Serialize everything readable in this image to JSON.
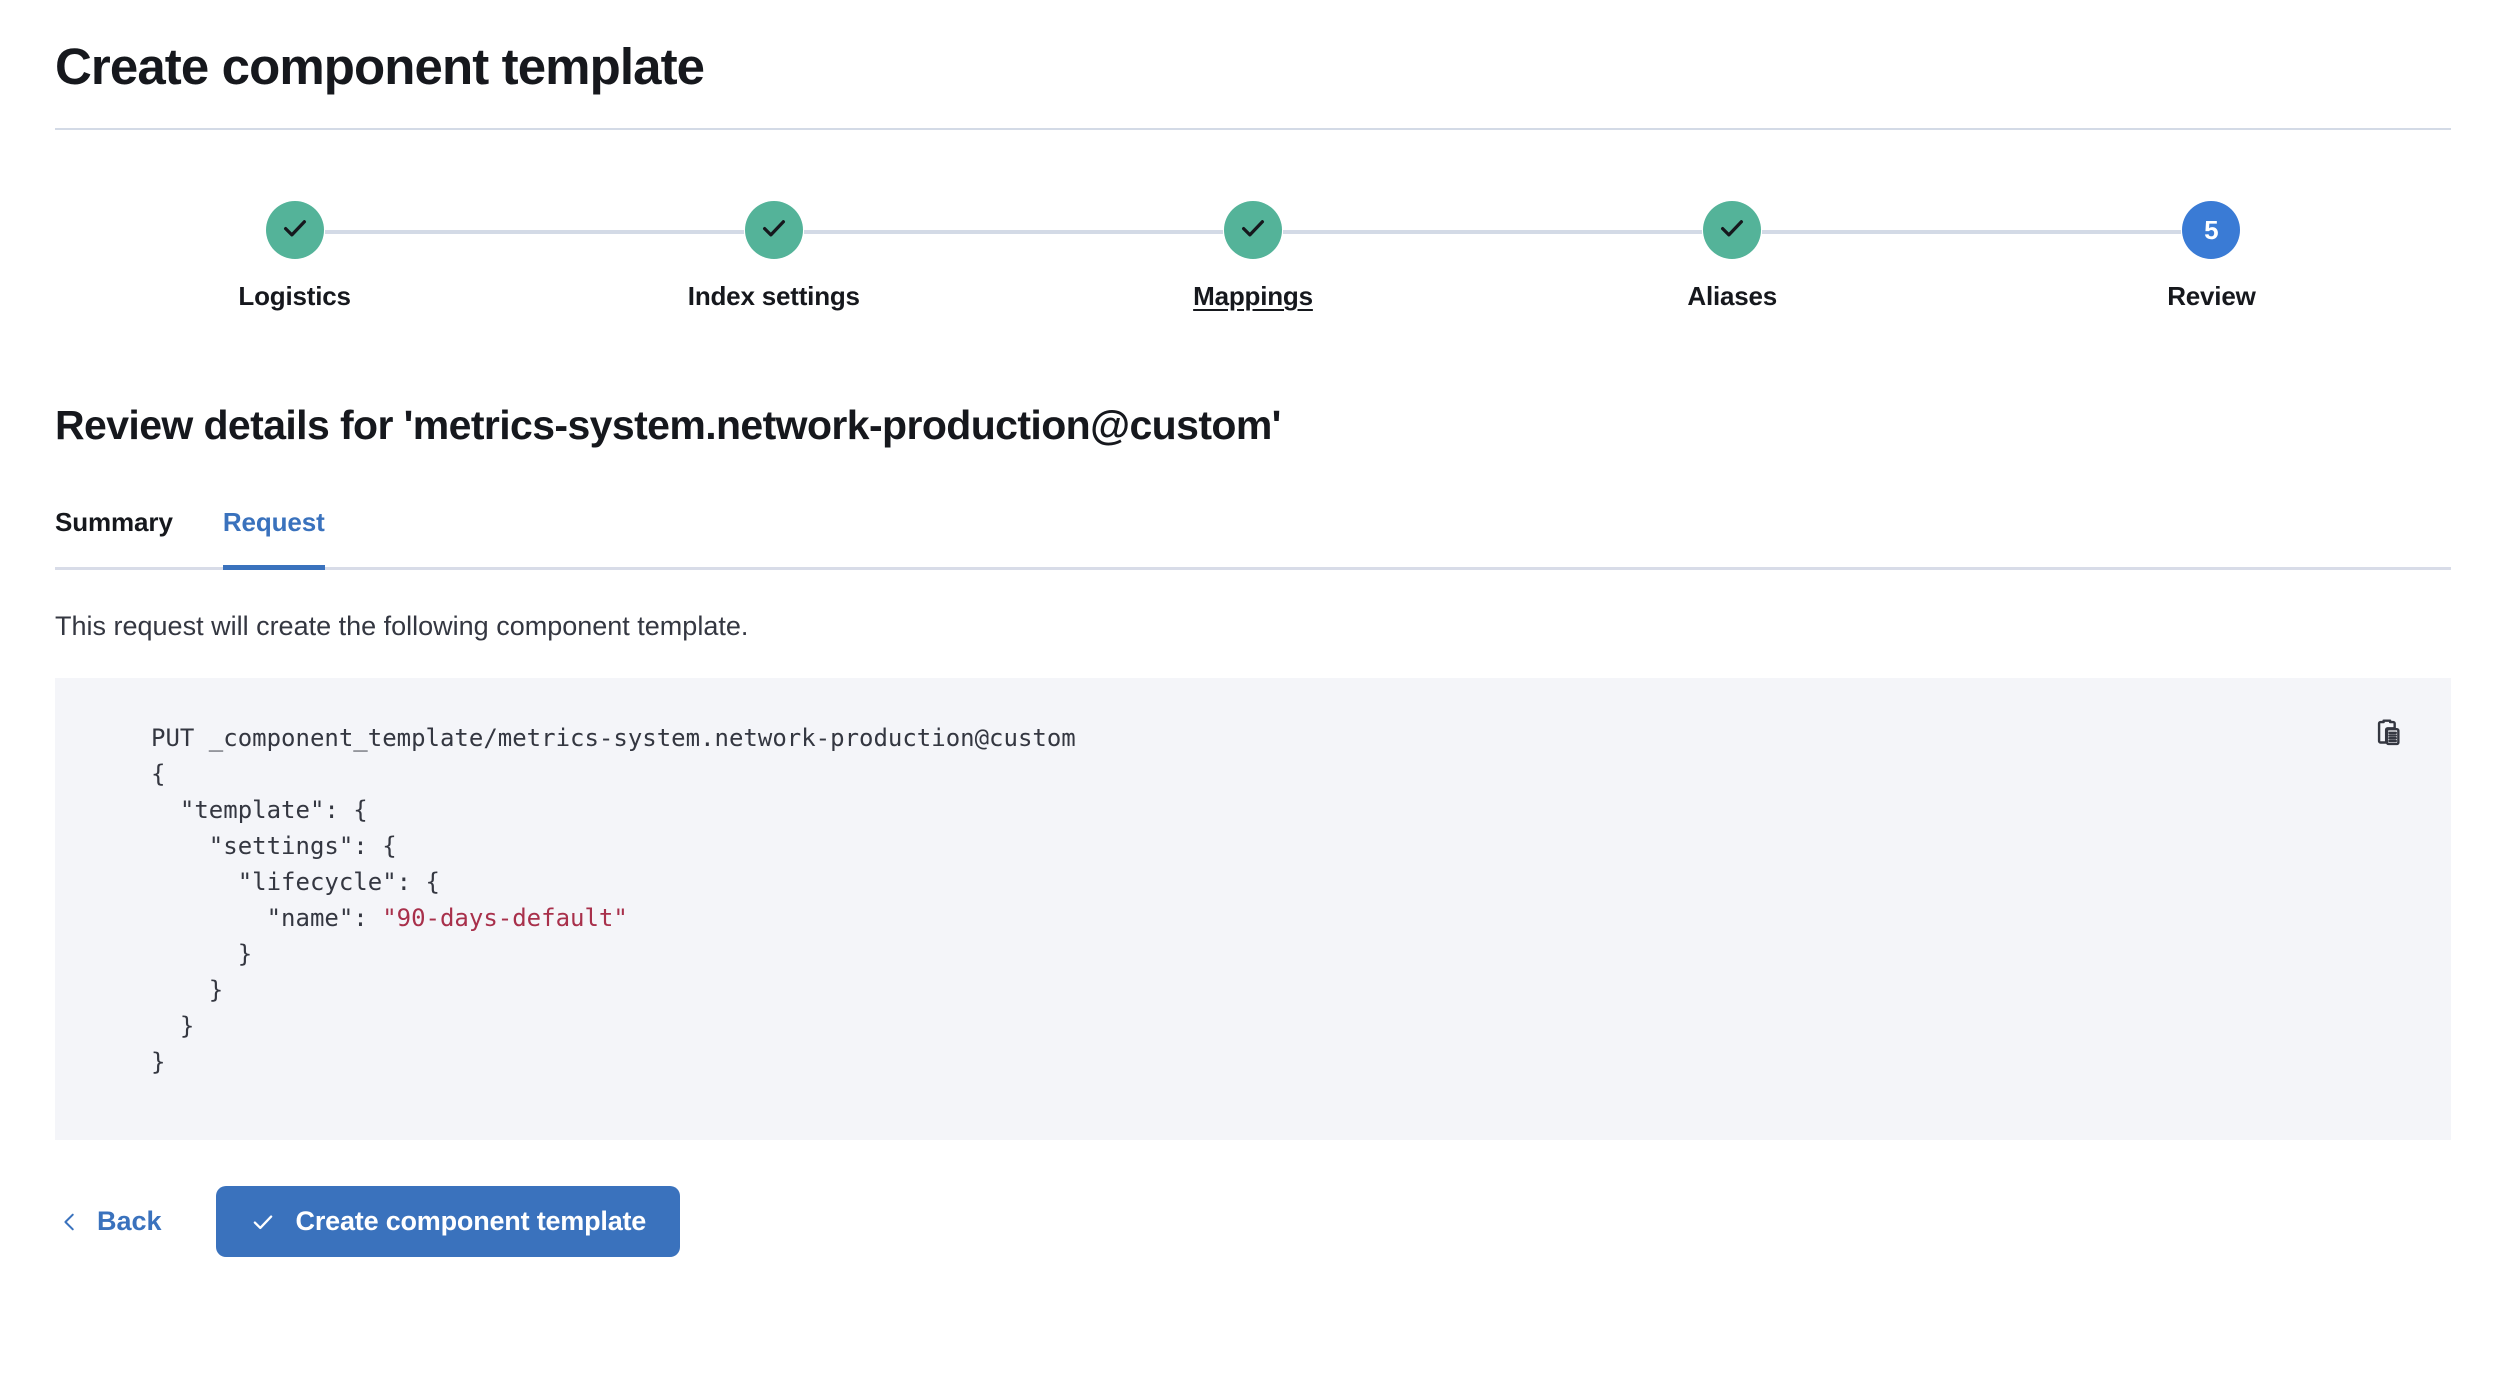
{
  "header": {
    "title": "Create component template"
  },
  "stepper": {
    "steps": [
      {
        "label": "Logistics",
        "state": "complete",
        "icon": "check-icon",
        "number": "1"
      },
      {
        "label": "Index settings",
        "state": "complete",
        "icon": "check-icon",
        "number": "2"
      },
      {
        "label": "Mappings",
        "state": "complete",
        "icon": "check-icon",
        "number": "3",
        "underlined": true
      },
      {
        "label": "Aliases",
        "state": "complete",
        "icon": "check-icon",
        "number": "4"
      },
      {
        "label": "Review",
        "state": "current",
        "icon": "number",
        "number": "5"
      }
    ],
    "colors": {
      "complete": "#54b399",
      "current": "#3a7bd5",
      "connector": "#d3dae6"
    }
  },
  "review": {
    "section_title": "Review details for 'metrics-system.network-production@custom'",
    "tabs": [
      {
        "label": "Summary",
        "active": false
      },
      {
        "label": "Request",
        "active": true
      }
    ],
    "description": "This request will create the following component template.",
    "code": {
      "copy_icon": "copy-clipboard-icon",
      "line_1": "PUT _component_template/metrics-system.network-production@custom",
      "line_2": "{",
      "line_3": "  \"template\": {",
      "line_4": "    \"settings\": {",
      "line_5": "      \"lifecycle\": {",
      "line_6_key": "        \"name\": ",
      "line_6_value": "\"90-days-default\"",
      "line_7": "      }",
      "line_8": "    }",
      "line_9": "  }",
      "line_10": "}"
    }
  },
  "footer": {
    "back_label": "Back",
    "back_icon": "chevron-left-icon",
    "submit_label": "Create component template",
    "submit_icon": "check-icon",
    "accent": "#3a72bd"
  }
}
